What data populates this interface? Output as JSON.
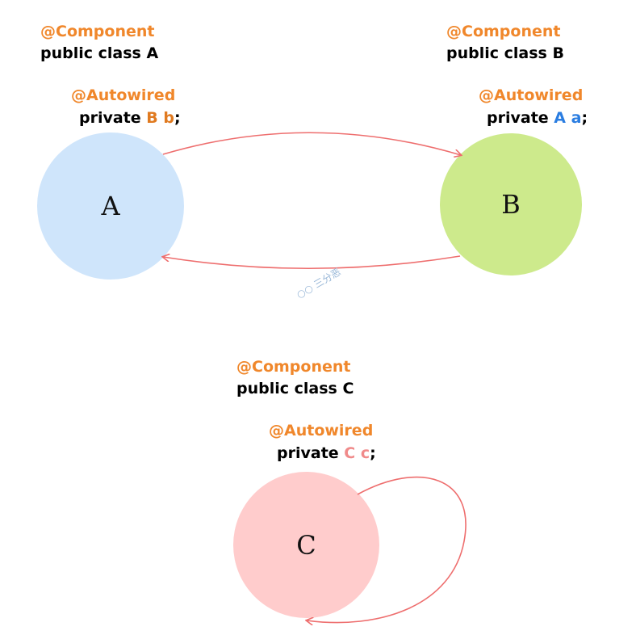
{
  "nodes": {
    "a": {
      "annotation": "@Component",
      "class_decl_prefix": "public class ",
      "class_name": "A",
      "field_annotation": "@Autowired",
      "field_prefix": "private ",
      "field_type": "B",
      "field_name": "b",
      "field_suffix": ";",
      "label": "A",
      "color": "#cfe5fb",
      "type_color": "#e07a20"
    },
    "b": {
      "annotation": "@Component",
      "class_decl_prefix": "public class ",
      "class_name": "B",
      "field_annotation": "@Autowired",
      "field_prefix": "private ",
      "field_type": "A",
      "field_name": "a",
      "field_suffix": ";",
      "label": "B",
      "color": "#cdea8c",
      "type_color": "#2a7de1"
    },
    "c": {
      "annotation": "@Component",
      "class_decl_prefix": "public class ",
      "class_name": "C",
      "field_annotation": "@Autowired",
      "field_prefix": "private ",
      "field_type": "C",
      "field_name": "c",
      "field_suffix": ";",
      "label": "C",
      "color": "#ffcccc",
      "type_color": "#f08a8a"
    }
  },
  "annotation_color": "#f0872b",
  "arrow_color": "#ee6e6e",
  "watermark": {
    "icon": "wechat-icon",
    "text": "三分恶"
  }
}
